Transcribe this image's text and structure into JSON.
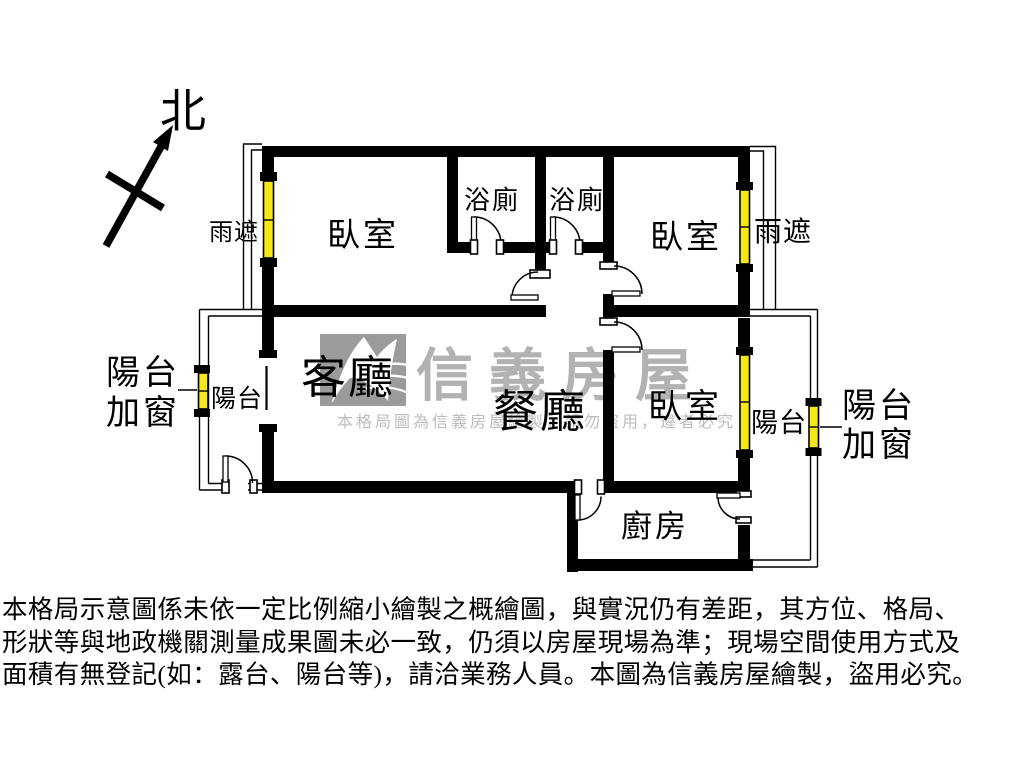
{
  "north": {
    "label": "北"
  },
  "rooms": {
    "bedroom_left": "臥室",
    "bedroom_right": "臥室",
    "bedroom_bottom": "臥室",
    "bathroom_1": "浴廁",
    "bathroom_2": "浴廁",
    "living_room": "客廳",
    "dining_room": "餐廳",
    "kitchen": "廚房",
    "balcony_left": "陽台",
    "balcony_right": "陽台"
  },
  "annotations": {
    "rain_shade_left": "雨遮",
    "rain_shade_right": "雨遮",
    "balcony_added_window_left_line1": "陽台",
    "balcony_added_window_left_line2": "加窗",
    "balcony_added_window_right_line1": "陽台",
    "balcony_added_window_right_line2": "加窗"
  },
  "watermark": {
    "brand": "信義房屋",
    "notice": "本格局圖為信義房屋繪製，請勿盜用，違者必究"
  },
  "disclaimer": {
    "line1": "本格局示意圖係未依一定比例縮小繪製之概繪圖，與實況仍有差距，其方位、格局、",
    "line2": "形狀等與地政機關測量成果圖未必一致，仍須以房屋現場為準；現場空間使用方式及",
    "line3": "面積有無登記(如：露台、陽台等)，請洽業務人員。本圖為信義房屋繪製，盜用必究。"
  },
  "colors": {
    "wall": "#000000",
    "window": "#f6e71b",
    "watermark_logo": "#9b9b9b",
    "watermark_text": "#b2b2b2"
  }
}
